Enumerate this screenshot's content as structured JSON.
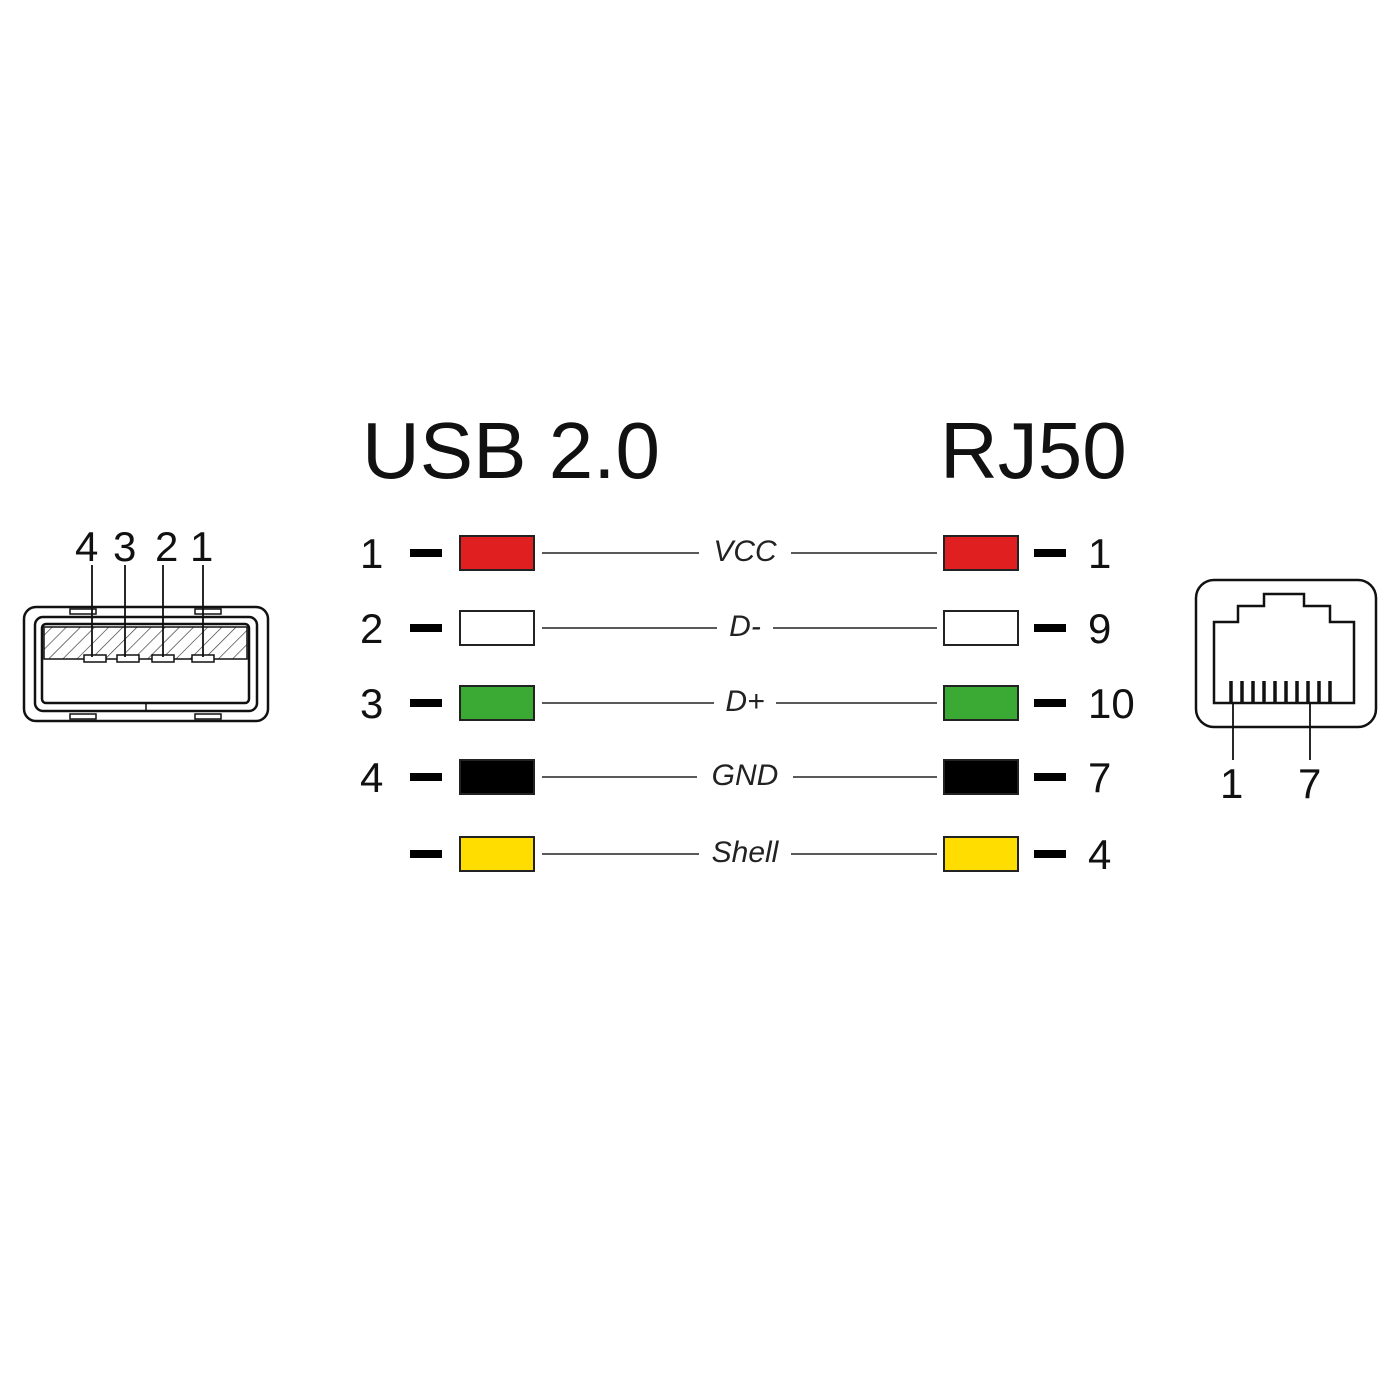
{
  "titles": {
    "left": "USB 2.0",
    "right": "RJ50"
  },
  "usb_connector": {
    "pin_labels": [
      "4",
      "3",
      "2",
      "1"
    ]
  },
  "rj50_connector": {
    "pin_labels": [
      "1",
      "7"
    ]
  },
  "connections": [
    {
      "usb_pin": "1",
      "signal": "VCC",
      "rj50_pin": "1",
      "color": "#e02020"
    },
    {
      "usb_pin": "2",
      "signal": "D-",
      "rj50_pin": "9",
      "color": "#ffffff"
    },
    {
      "usb_pin": "3",
      "signal": "D+",
      "rj50_pin": "10",
      "color": "#3aaa35"
    },
    {
      "usb_pin": "4",
      "signal": "GND",
      "rj50_pin": "7",
      "color": "#000000"
    },
    {
      "usb_pin": "",
      "signal": "Shell",
      "rj50_pin": "4",
      "color": "#ffdd00"
    }
  ]
}
